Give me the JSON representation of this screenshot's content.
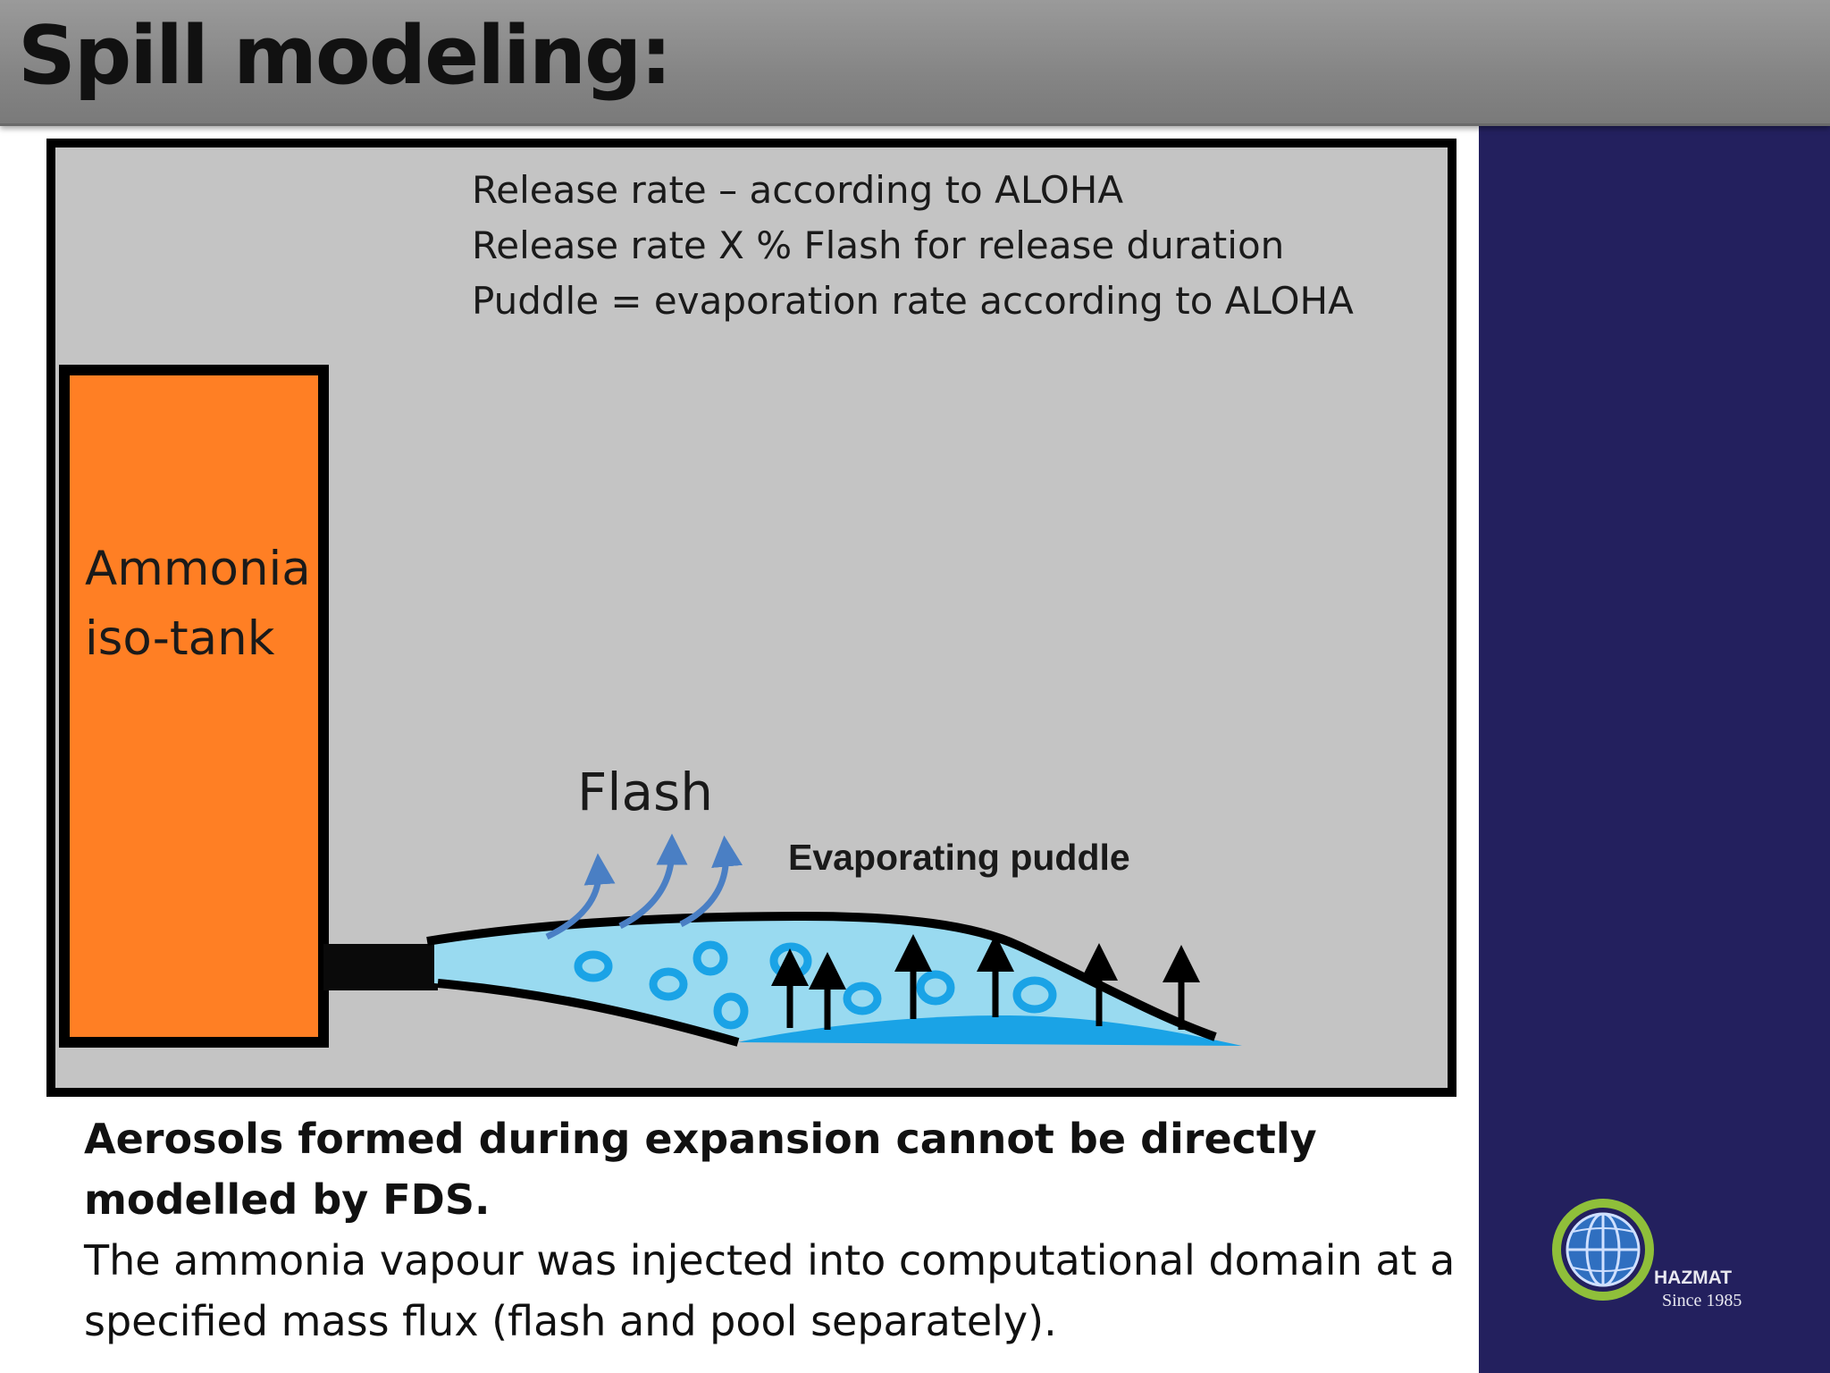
{
  "slide": {
    "title": "Spill modeling:"
  },
  "diagram": {
    "notes": [
      "Release rate – according to ALOHA",
      "Release rate X % Flash for release duration",
      "Puddle = evaporation rate according to ALOHA"
    ],
    "tank_label_line1": "Ammonia",
    "tank_label_line2": "iso-tank",
    "flash_label": "Flash",
    "puddle_label": "Evaporating puddle",
    "colors": {
      "tank": "#ff7f24",
      "liquid": "#99daf0",
      "pool": "#1aa3e6",
      "flash_arrow": "#4a7fc4",
      "background": "#c4c4c4"
    }
  },
  "caption": {
    "bold_text": "Aerosols formed during expansion cannot be directly modelled by FDS.",
    "text": "The ammonia vapour was injected into computational domain at a specified mass flux (flash and pool separately)."
  },
  "logo": {
    "name": "HAZMAT",
    "tagline": "Since 1985",
    "icon": "globe-icon"
  }
}
